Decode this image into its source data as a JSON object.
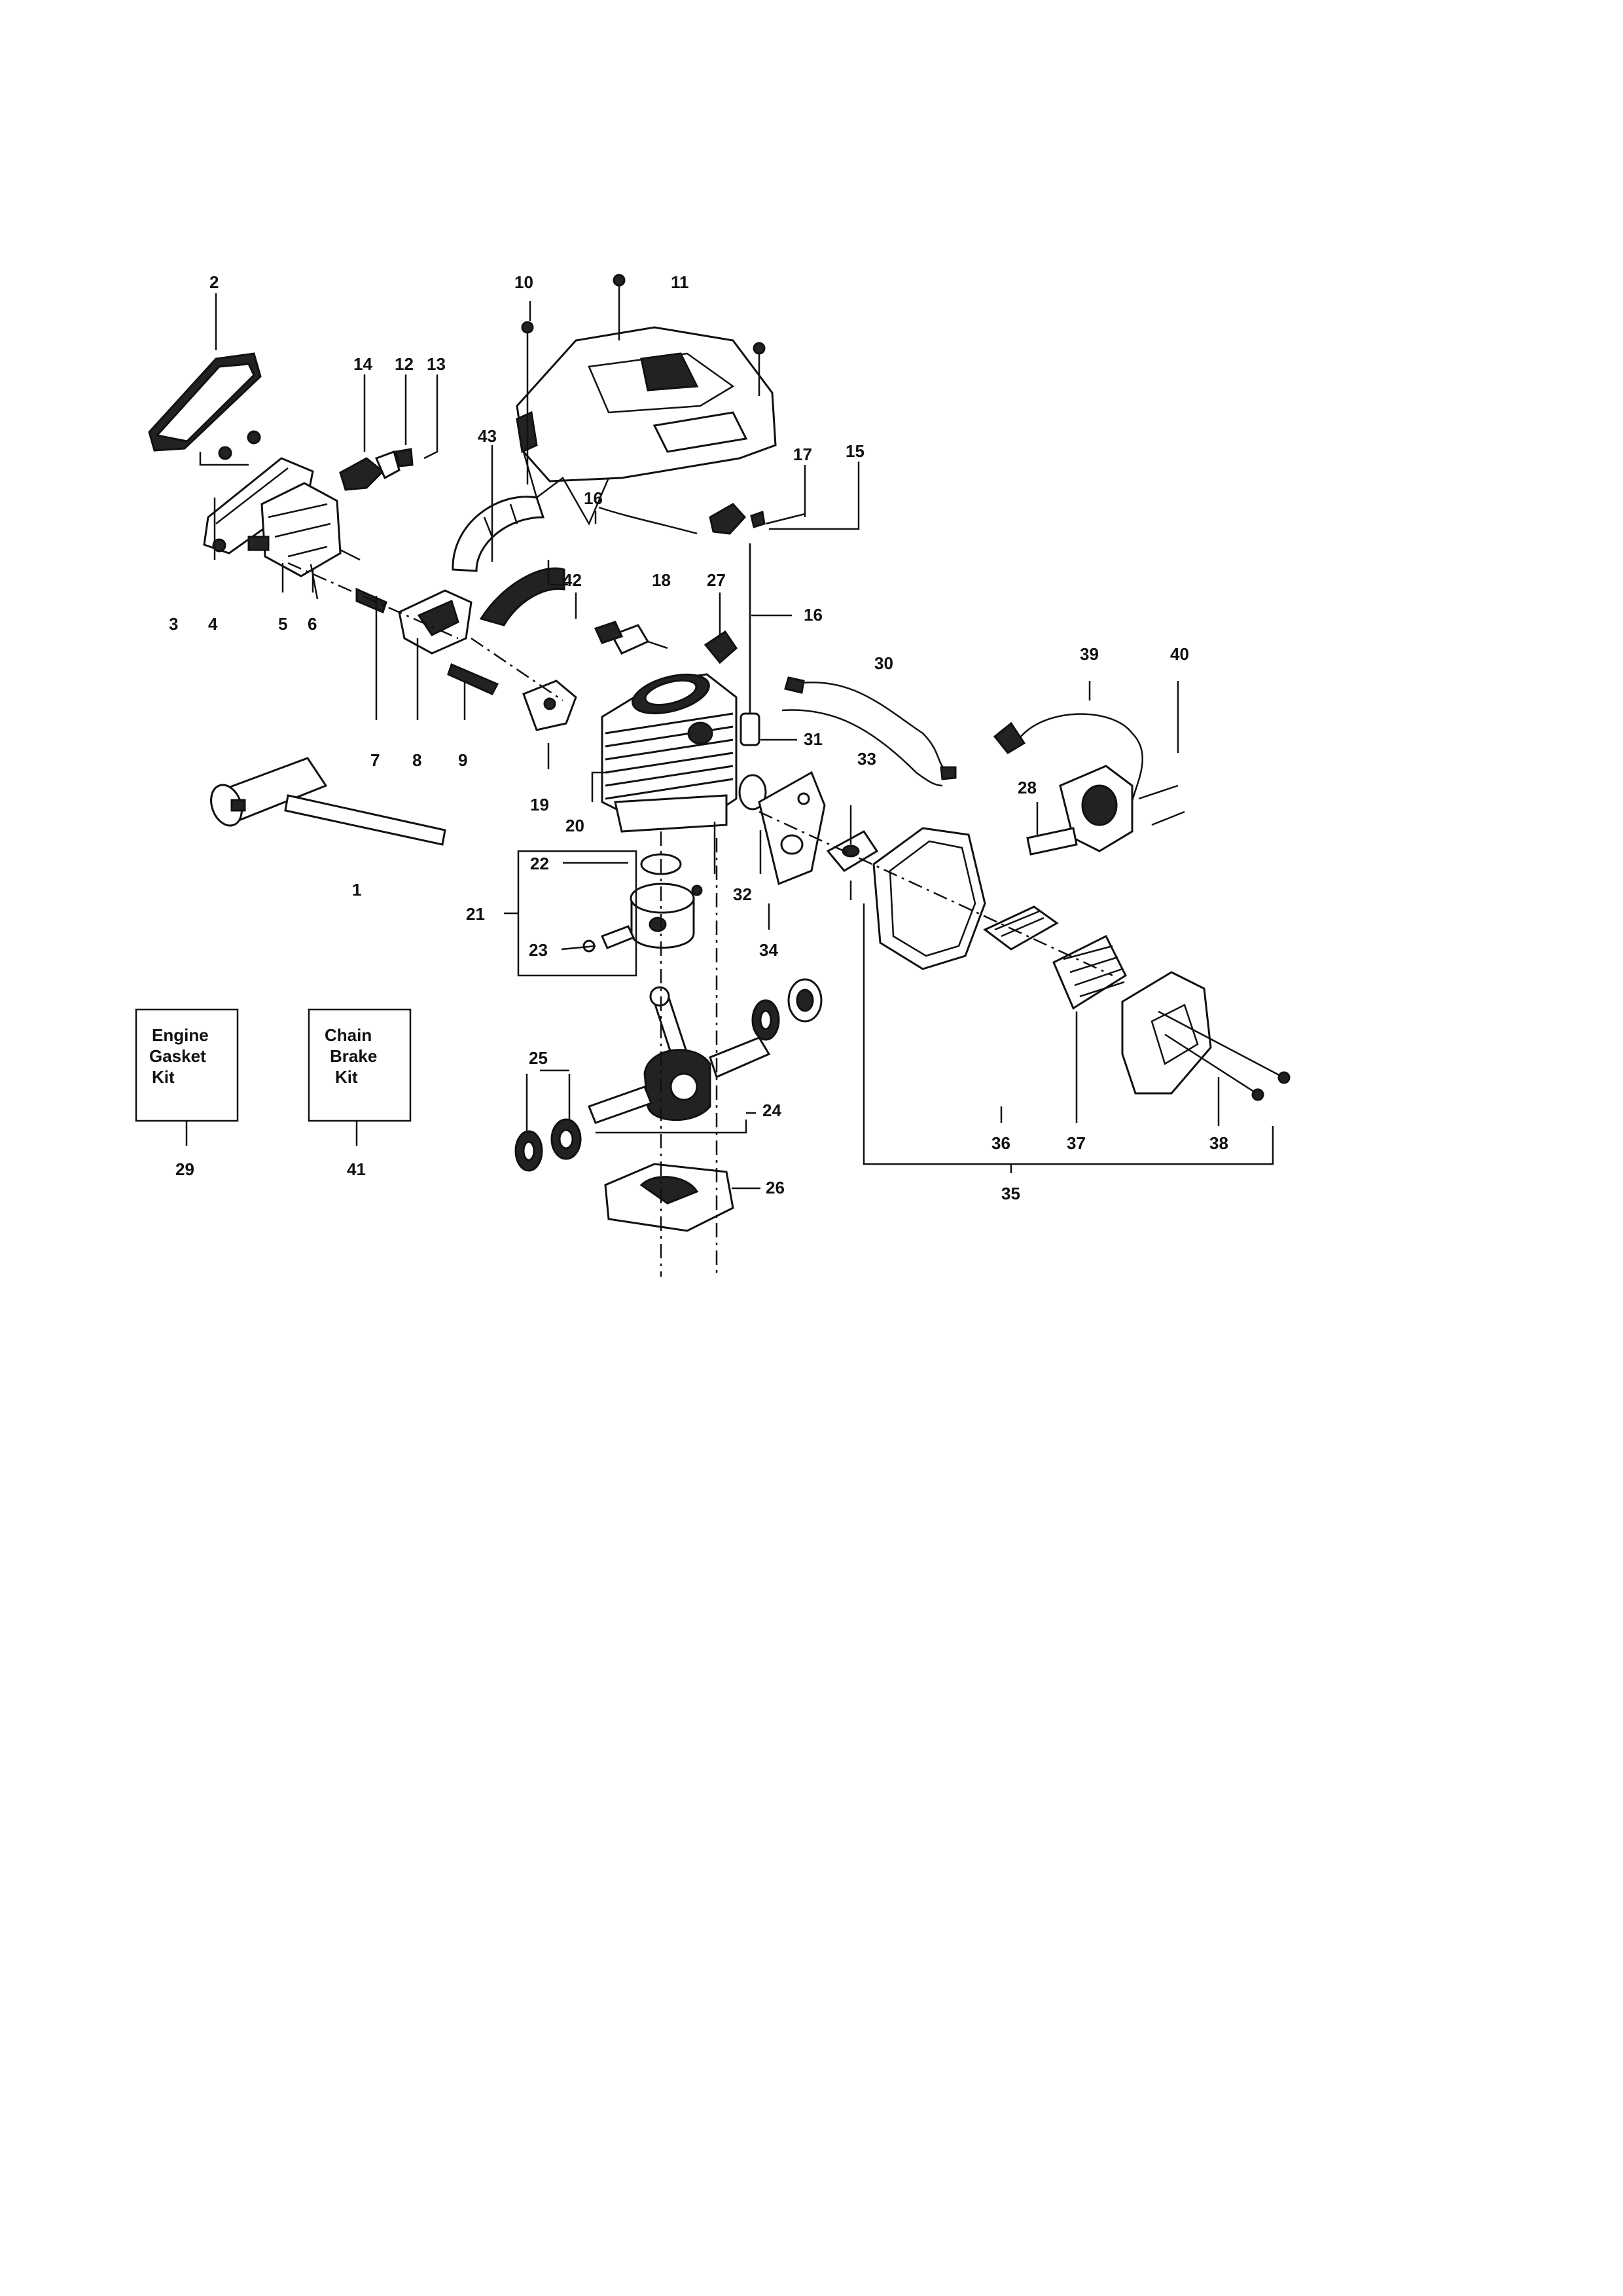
{
  "callouts": {
    "c1": "1",
    "c2": "2",
    "c3": "3",
    "c4": "4",
    "c5": "5",
    "c6": "6",
    "c7": "7",
    "c8": "8",
    "c9": "9",
    "c10": "10",
    "c11": "11",
    "c12": "12",
    "c13": "13",
    "c14": "14",
    "c15": "15",
    "c16a": "16",
    "c16b": "16",
    "c17": "17",
    "c18": "18",
    "c19": "19",
    "c20": "20",
    "c21": "21",
    "c22": "22",
    "c23": "23",
    "c24": "24",
    "c25": "25",
    "c26": "26",
    "c27": "27",
    "c28": "28",
    "c29": "29",
    "c30": "30",
    "c31": "31",
    "c32": "32",
    "c33": "33",
    "c34": "34",
    "c35": "35",
    "c36": "36",
    "c37": "37",
    "c38": "38",
    "c39": "39",
    "c40": "40",
    "c41": "41",
    "c42": "42",
    "c43": "43"
  },
  "kits": {
    "engine_gasket": {
      "line1": "Engine",
      "line2": "Gasket",
      "line3": "Kit"
    },
    "chain_brake": {
      "line1": "Chain",
      "line2": "Brake",
      "line3": "Kit"
    }
  }
}
